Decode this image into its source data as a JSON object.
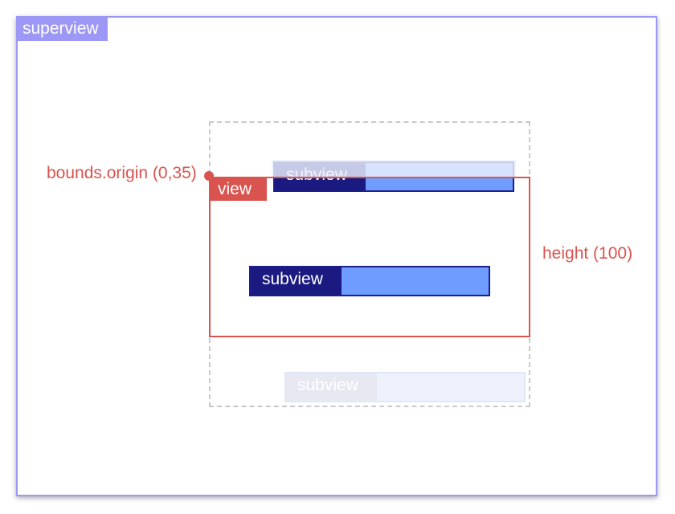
{
  "superview": {
    "label": "superview"
  },
  "view": {
    "label": "view"
  },
  "annotations": {
    "origin": "bounds.origin (0,35)",
    "height": "height (100)"
  },
  "subviews": [
    {
      "label": "subview",
      "state": "partially-clipped"
    },
    {
      "label": "subview",
      "state": "visible"
    },
    {
      "label": "subview",
      "state": "clipped"
    }
  ],
  "colors": {
    "superview": "#9d97f5",
    "view": "#d9534f",
    "subview_fill": "#6e9cff",
    "subview_tag": "#1a1a80",
    "dashed_outline": "#c9c9c9"
  }
}
